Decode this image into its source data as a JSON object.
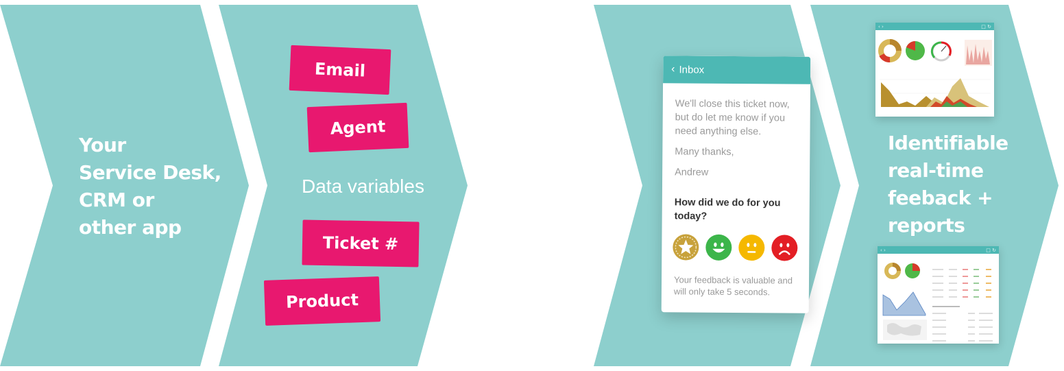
{
  "step1": {
    "lines": [
      "Your",
      "Service Desk,",
      "CRM or",
      "other app"
    ]
  },
  "step2": {
    "label": "Data variables",
    "tags": [
      "Email",
      "Agent",
      "Ticket #",
      "Product"
    ]
  },
  "email_card": {
    "header": "Inbox",
    "message": "We'll close this ticket now, but do let me know if you need anything else.",
    "signoff": "Many thanks,",
    "signature": "Andrew",
    "question": "How did we do for you today?",
    "ratings": [
      {
        "name": "star-rating-icon",
        "color": "#c8a23c"
      },
      {
        "name": "happy-face-icon",
        "color": "#3cb54a"
      },
      {
        "name": "neutral-face-icon",
        "color": "#f5b800"
      },
      {
        "name": "sad-face-icon",
        "color": "#e31e24"
      }
    ],
    "footer": "Your feedback is valuable and will only take 5 seconds."
  },
  "step4": {
    "lines": [
      "Identifiable",
      "real-time",
      "feeback +",
      "reports"
    ]
  },
  "colors": {
    "chevron": "#8dcfcd",
    "tag": "#e8186f",
    "header": "#4db8b4"
  }
}
